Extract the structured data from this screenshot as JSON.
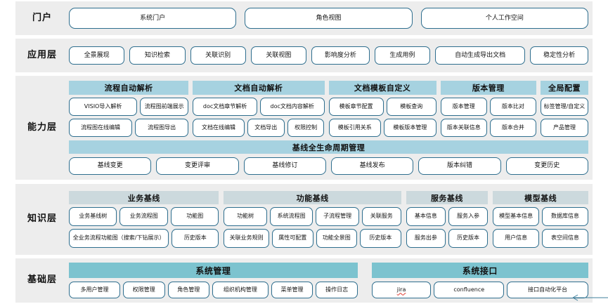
{
  "colors": {
    "band_bg": "#ededed",
    "pill_border": "#2e6e8e",
    "cap_header": "#a6d2e0",
    "know_header": "#ccd9dd",
    "base_header": "#7cc3cf",
    "page_bg": "#ffffff"
  },
  "layers": {
    "portal": {
      "label": "门户",
      "items": [
        "系统门户",
        "角色视图",
        "个人工作空间"
      ]
    },
    "application": {
      "label": "应用层",
      "items": [
        "全景展现",
        "知识检索",
        "关联识别",
        "关联视图",
        "影响度分析",
        "生成用例",
        "自动生成导出文档",
        "稳定性分析"
      ]
    },
    "capability": {
      "label": "能力层",
      "columns": [
        {
          "header": "流程自动解析",
          "row1": [
            "VISIO导入解析",
            "流程图前端展示"
          ],
          "row2": [
            "流程图在线编辑",
            "流程图导出"
          ]
        },
        {
          "header": "文档自动解析",
          "row1": [
            "doc文档章节解析",
            "doc文档内容解析"
          ],
          "row2": [
            "文档在线编辑",
            "文档导出",
            "权限控制"
          ]
        },
        {
          "header": "文档模板自定义",
          "row1": [
            "模板章节配置",
            "模板查询"
          ],
          "row2": [
            "模板引用关系",
            "模板版本管理"
          ]
        },
        {
          "header": "版本管理",
          "row1": [
            "版本管理",
            "版本比对"
          ],
          "row2": [
            "版本关联信息",
            "版本合并"
          ]
        },
        {
          "header": "全局配置",
          "row1": [
            "标签管理/自定义"
          ],
          "row2": [
            "产品管理"
          ]
        }
      ],
      "baseline": {
        "header": "基线全生命周期管理",
        "items": [
          "基线变更",
          "变更评审",
          "基线修订",
          "基线发布",
          "版本纠错",
          "变更历史"
        ]
      }
    },
    "knowledge": {
      "label": "知识层",
      "columns": [
        {
          "header": "业务基线",
          "row1": [
            "业务基线树",
            "业务流程图",
            "功能图"
          ],
          "row2": [
            "全业务流程功能图（搜索/下钻展示）",
            "历史版本"
          ]
        },
        {
          "header": "功能基线",
          "row1": [
            "功能树",
            "系统流程图",
            "子流程管理",
            "关联服务"
          ],
          "row2": [
            "关联业务规则",
            "属性可配置",
            "功能全景图",
            "历史版本"
          ]
        },
        {
          "header": "服务基线",
          "row1": [
            "基本信息",
            "服务入参"
          ],
          "row2": [
            "服务出参",
            "历史版本"
          ]
        },
        {
          "header": "模型基线",
          "row1": [
            "模型基本信息",
            "数据库信息"
          ],
          "row2": [
            "用户信息",
            "表空间信息"
          ]
        }
      ]
    },
    "base": {
      "label": "基础层",
      "columns": [
        {
          "header": "系统管理",
          "items": [
            "多用户管理",
            "权限管理",
            "角色管理",
            "组织机构管理",
            "菜单管理",
            "操作日志"
          ]
        },
        {
          "header": "系统接口",
          "items": [
            "jira",
            "confluence",
            "接口自动化平台"
          ]
        }
      ]
    }
  }
}
